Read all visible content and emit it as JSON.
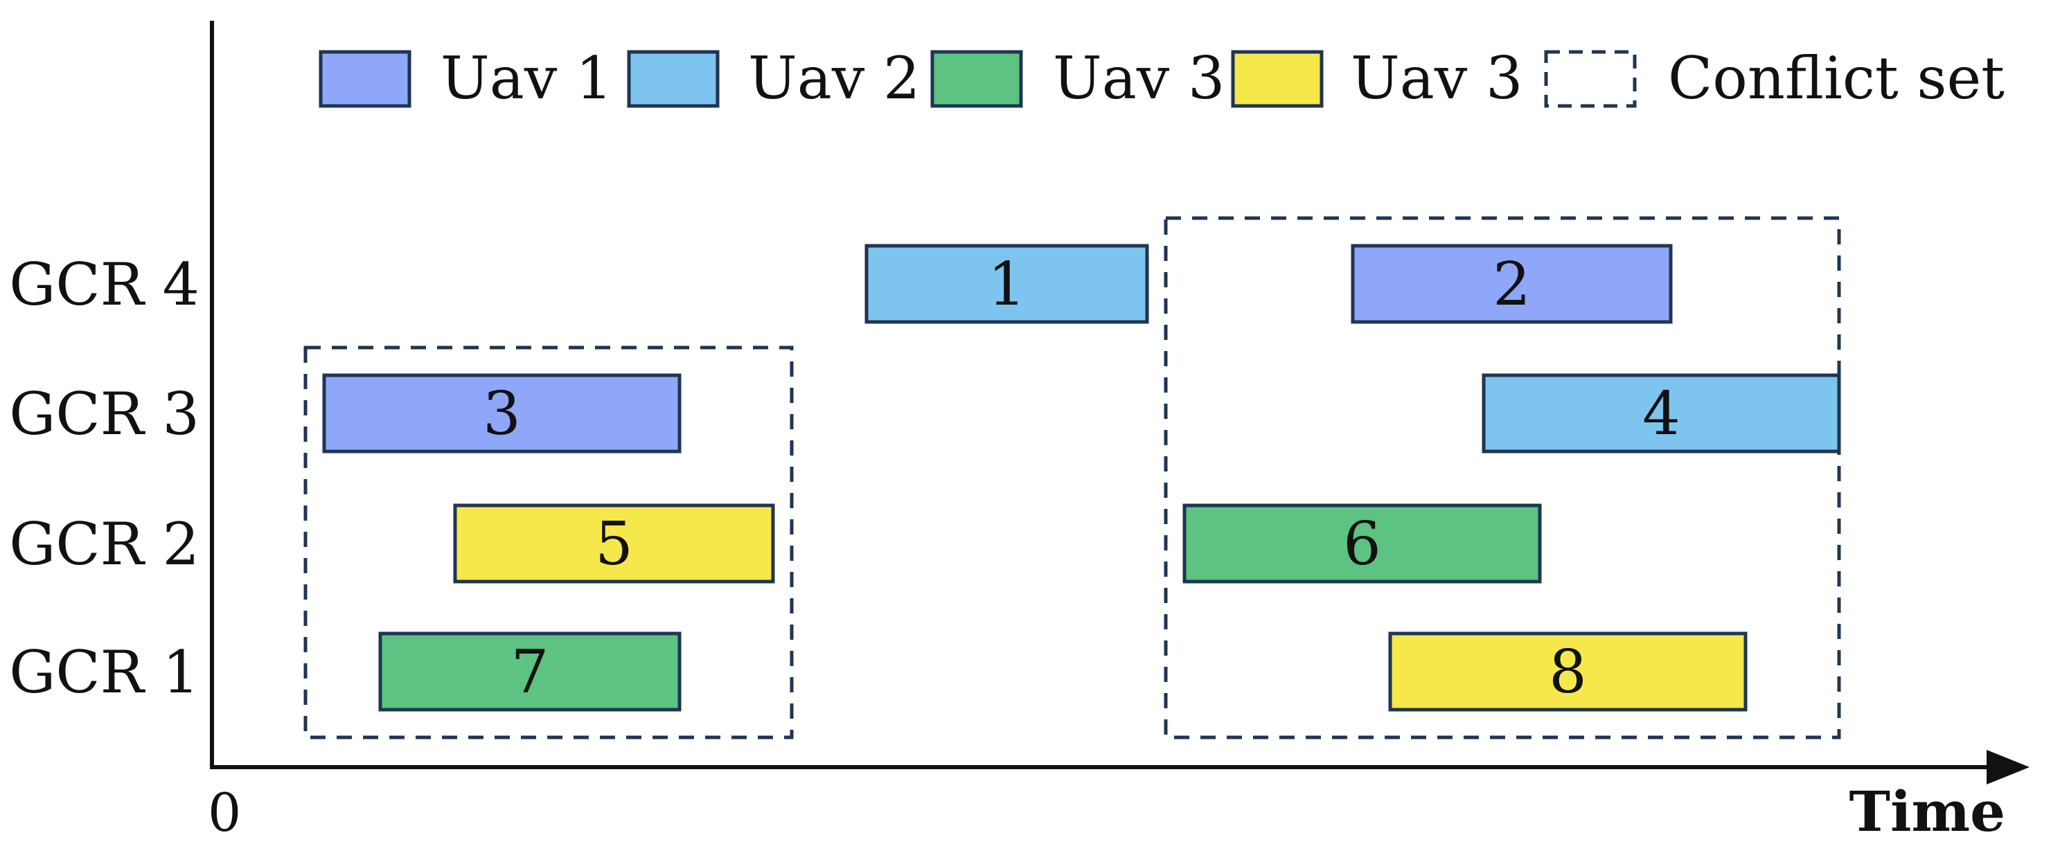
{
  "chart_data": {
    "type": "gantt",
    "origin_label": "0",
    "x_axis_label": "Time",
    "rows": [
      "GCR 4",
      "GCR 3",
      "GCR 2",
      "GCR 1"
    ],
    "legend": [
      {
        "key": "uav1",
        "label": "Uav 1",
        "color": "#8fa7f8"
      },
      {
        "key": "uav2",
        "label": "Uav 2",
        "color": "#7dc4ee"
      },
      {
        "key": "uav3_green",
        "label": "Uav 3",
        "color": "#5cc383"
      },
      {
        "key": "uav3_yellow",
        "label": "Uav 3",
        "color": "#f6e84a"
      },
      {
        "key": "conflict",
        "label": "Conflict set",
        "style": "dashed-box"
      }
    ],
    "tasks": [
      {
        "id": "1",
        "row": "GCR 4",
        "uav": "uav2",
        "start": 0.35,
        "end": 0.5
      },
      {
        "id": "2",
        "row": "GCR 4",
        "uav": "uav1",
        "start": 0.61,
        "end": 0.78
      },
      {
        "id": "3",
        "row": "GCR 3",
        "uav": "uav1",
        "start": 0.06,
        "end": 0.25
      },
      {
        "id": "4",
        "row": "GCR 3",
        "uav": "uav2",
        "start": 0.68,
        "end": 0.87
      },
      {
        "id": "5",
        "row": "GCR 2",
        "uav": "uav3_yellow",
        "start": 0.13,
        "end": 0.3
      },
      {
        "id": "6",
        "row": "GCR 2",
        "uav": "uav3_green",
        "start": 0.52,
        "end": 0.71
      },
      {
        "id": "7",
        "row": "GCR 1",
        "uav": "uav3_green",
        "start": 0.09,
        "end": 0.25
      },
      {
        "id": "8",
        "row": "GCR 1",
        "uav": "uav3_yellow",
        "start": 0.63,
        "end": 0.82
      }
    ],
    "conflict_sets": [
      {
        "tasks": [
          "3",
          "5",
          "7"
        ],
        "start": 0.05,
        "end": 0.31,
        "rows": [
          "GCR 3",
          "GCR 1"
        ]
      },
      {
        "tasks": [
          "2",
          "4",
          "6",
          "8"
        ],
        "start": 0.51,
        "end": 0.87,
        "rows": [
          "GCR 4",
          "GCR 1"
        ]
      }
    ],
    "stroke_color": "#1f3552",
    "conflict_color": "#1f3552"
  }
}
